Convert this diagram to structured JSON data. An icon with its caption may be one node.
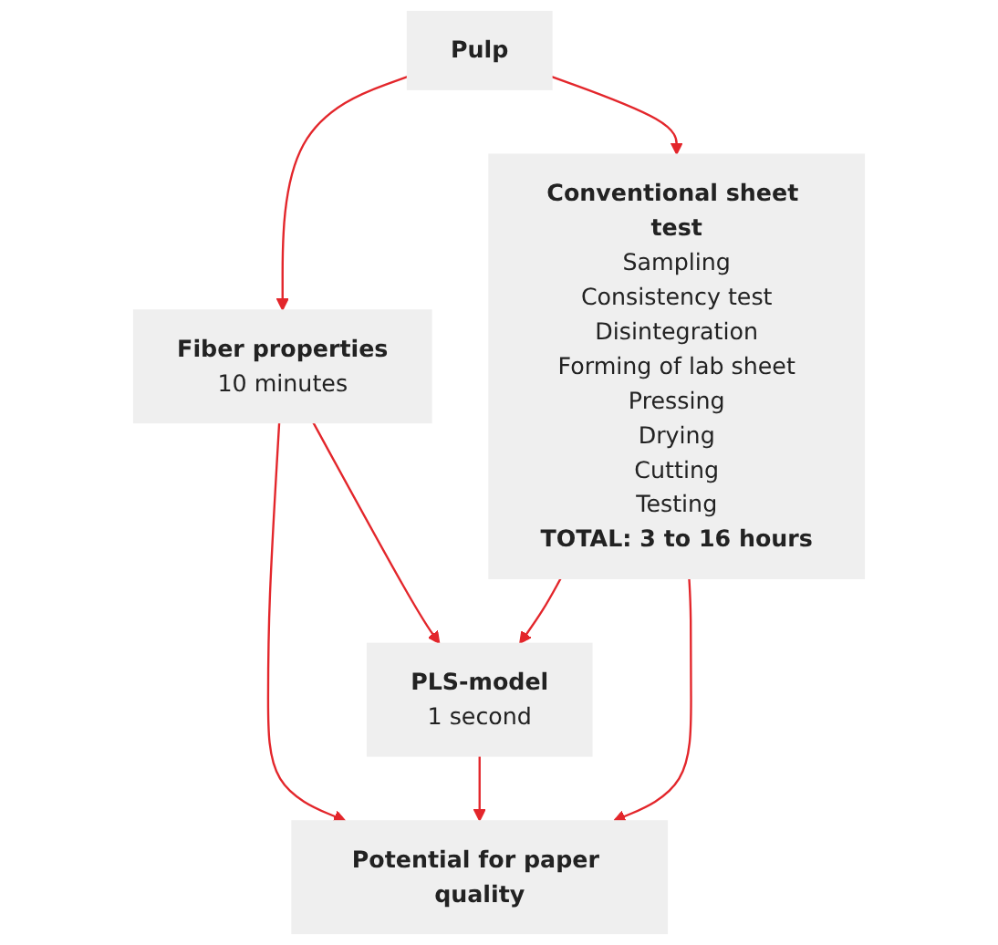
{
  "diagram": {
    "nodes": [
      {
        "text": [
          "Fiber properties",
          "10 minutes"
        ]
      },
      {
        "text": [
          "Pulp"
        ]
      },
      {
        "text": [
          "PLS-model",
          "1 second"
        ]
      },
      {
        "text": [
          "Potential for paper quality"
        ]
      },
      {
        "text": [
          "Conventional sheet test",
          "Sampling",
          "Consistency test",
          "Disintegration",
          "Forming of lab sheet",
          "Pressing",
          "Drying",
          "Cutting",
          "Testing",
          "TOTAL: 3 to 16 hours"
        ]
      }
    ],
    "edges": [
      {
        "from": 1,
        "to": 0,
        "arrow": "to"
      },
      {
        "from": 0,
        "to": 3,
        "arrow": "to"
      },
      {
        "from": 0,
        "to": 2,
        "arrow": "to"
      },
      {
        "from": 2,
        "to": 3,
        "arrow": "to"
      },
      {
        "from": 4,
        "to": 2,
        "arrow": "to"
      },
      {
        "from": 1,
        "to": 4,
        "arrow": "to"
      },
      {
        "from": 4,
        "to": 3,
        "arrow": "to"
      }
    ]
  }
}
